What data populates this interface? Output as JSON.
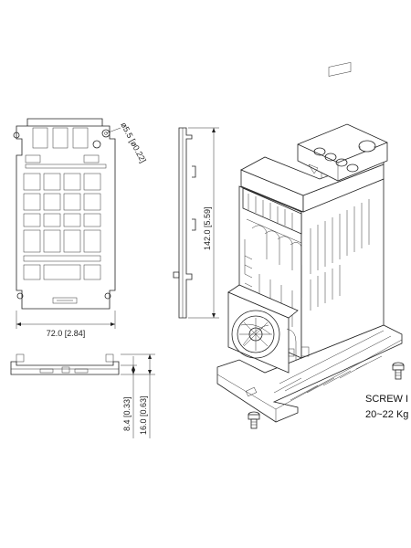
{
  "dimensions": {
    "hole": "ø5.5 [ø0.22]",
    "width": "72.0 [2.84]",
    "height": "142.0 [5.59]",
    "thickness_small": "8.4 [0.33]",
    "thickness_total": "16.0 [0.63]"
  },
  "notes": {
    "screw_label": "SCREW I",
    "torque": "20~22 Kg"
  }
}
